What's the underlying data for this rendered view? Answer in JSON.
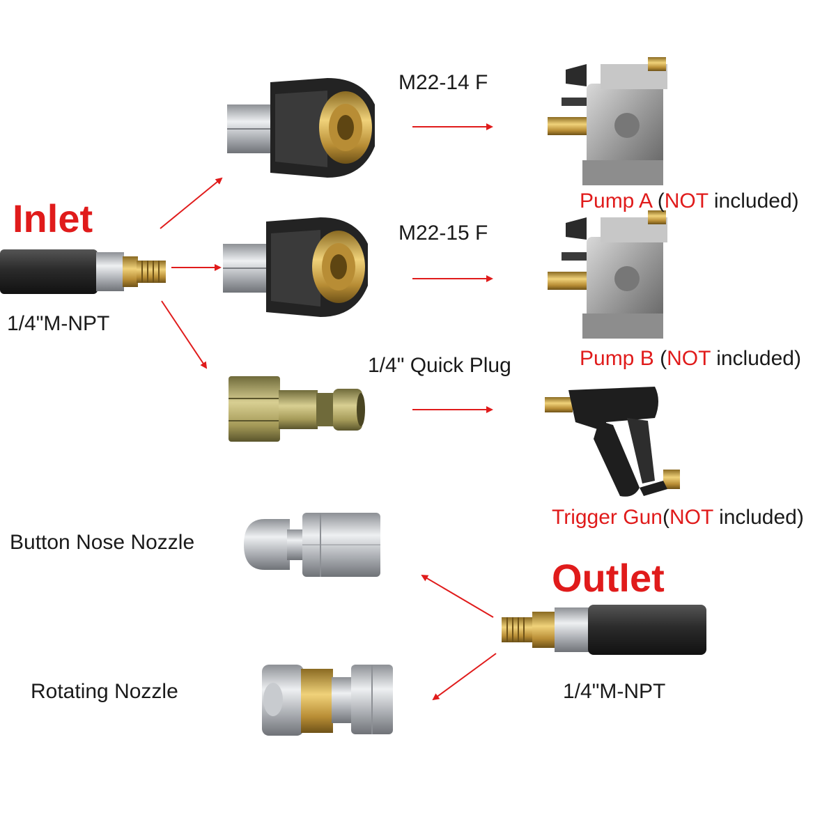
{
  "headings": {
    "inlet": "Inlet",
    "outlet": "Outlet"
  },
  "labels": {
    "inlet_thread": "1/4\"M-NPT",
    "outlet_thread": "1/4\"M-NPT",
    "m22_14": "M22-14 F",
    "m22_15": "M22-15 F",
    "quick_plug": "1/4\" Quick Plug",
    "button_nozzle": "Button Nose Nozzle",
    "rotating_nozzle": "Rotating Nozzle"
  },
  "targets": {
    "pump_a": {
      "name": "Pump A",
      "paren_open": "(",
      "not": "NOT",
      "rest": " included)"
    },
    "pump_b": {
      "name": "Pump B",
      "paren_open": "(",
      "not": "NOT",
      "rest": " included)"
    },
    "trigger_gun": {
      "name": "Trigger Gun",
      "paren_open": "(",
      "not": "NOT",
      "rest": " included)"
    }
  },
  "colors": {
    "accent_red": "#e01b1b",
    "text_dark": "#1a1a1a",
    "hose_black": "#2b2b2b",
    "brass": "#c9a44a",
    "steel": "#b9bcc0"
  },
  "icons": {
    "inlet_hose": "hose-fitting-icon",
    "outlet_hose": "hose-fitting-icon",
    "m22_adapter": "m22-female-coupler-icon",
    "quick_plug": "quick-plug-icon",
    "pump": "pressure-pump-icon",
    "trigger_gun": "trigger-gun-icon",
    "button_nozzle": "button-nose-nozzle-icon",
    "rotating_nozzle": "rotating-nozzle-icon"
  }
}
